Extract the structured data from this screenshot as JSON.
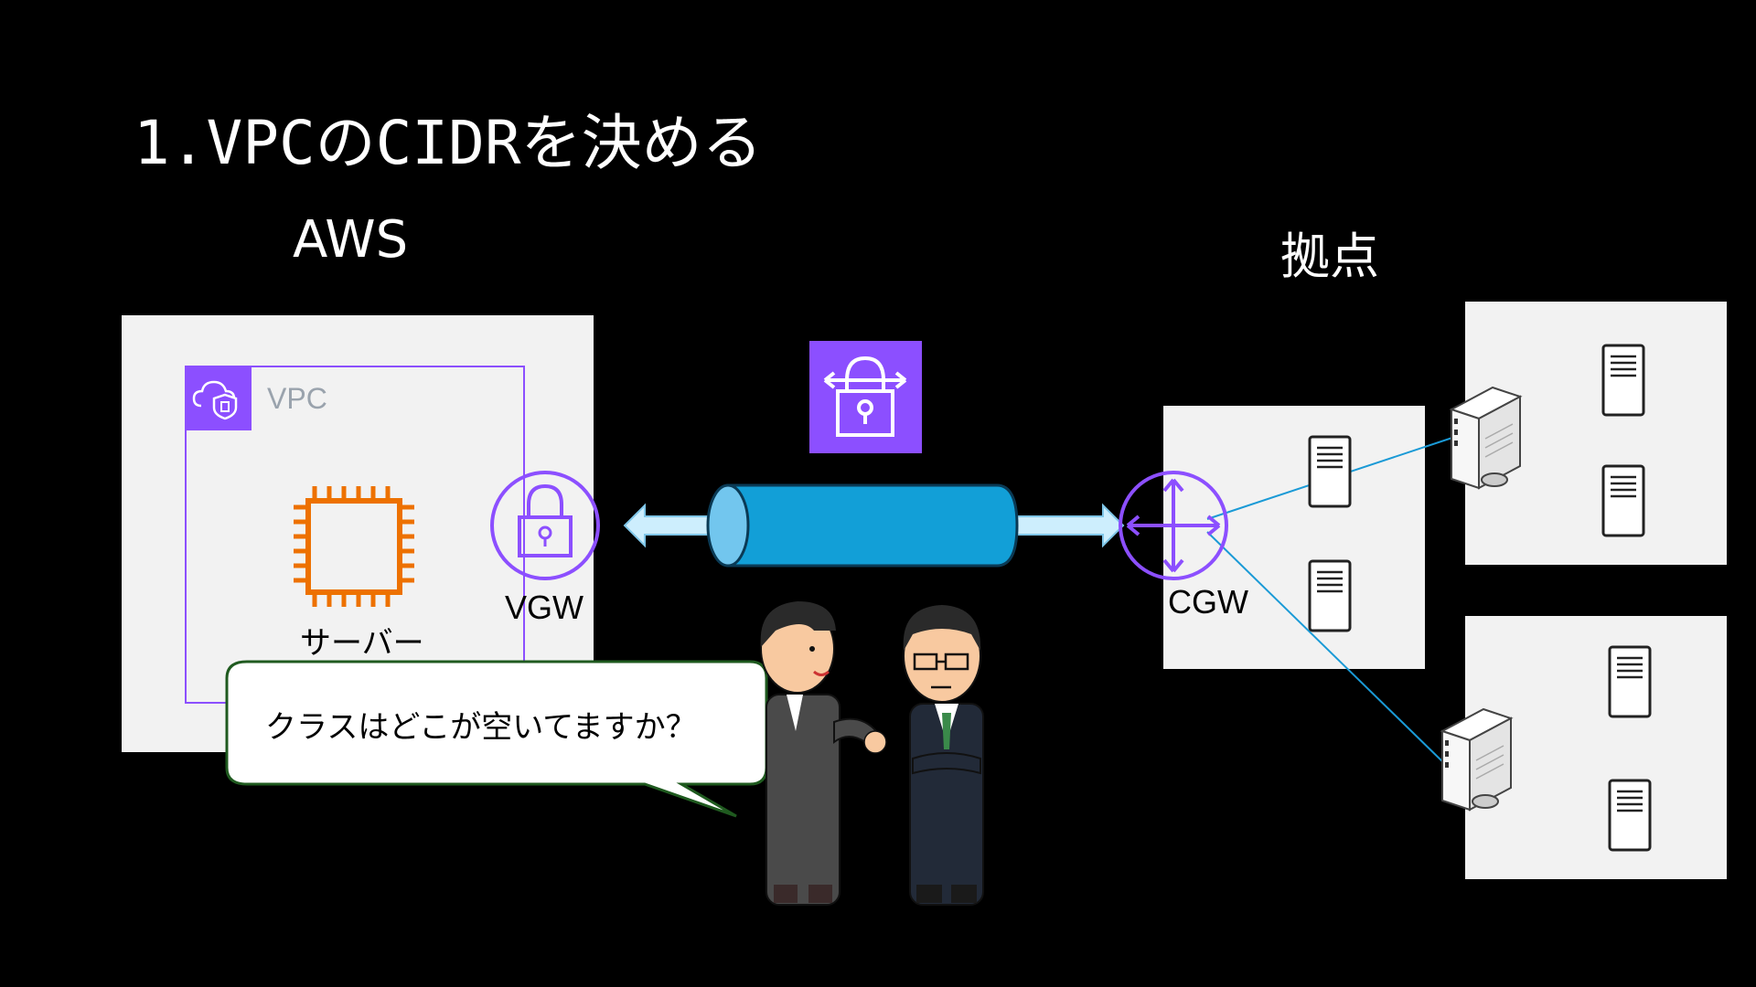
{
  "slide": {
    "title": "1.VPCのCIDRを決める",
    "aws_label": "AWS",
    "site_label": "拠点"
  },
  "aws": {
    "vpc_label": "VPC",
    "server_label": "サーバー",
    "vgw_label": "VGW"
  },
  "onprem": {
    "cgw_label": "CGW"
  },
  "dialogue": {
    "speech": "クラスはどこが空いてますか？"
  },
  "colors": {
    "background": "#000000",
    "panel": "#f2f2f2",
    "aws_purple": "#8c4fff",
    "ec2_orange": "#ed7100",
    "tunnel_blue": "#129fd7",
    "link_blue": "#1a9ad6",
    "arrow_fill": "#cdeefd"
  },
  "icons": [
    "vpc-cloud-shield-icon",
    "ec2-chip-icon",
    "vgw-lock-icon",
    "vpn-lock-icon",
    "cgw-router-icon",
    "server-tower-icon",
    "network-device-icon",
    "businessman-illustration"
  ]
}
